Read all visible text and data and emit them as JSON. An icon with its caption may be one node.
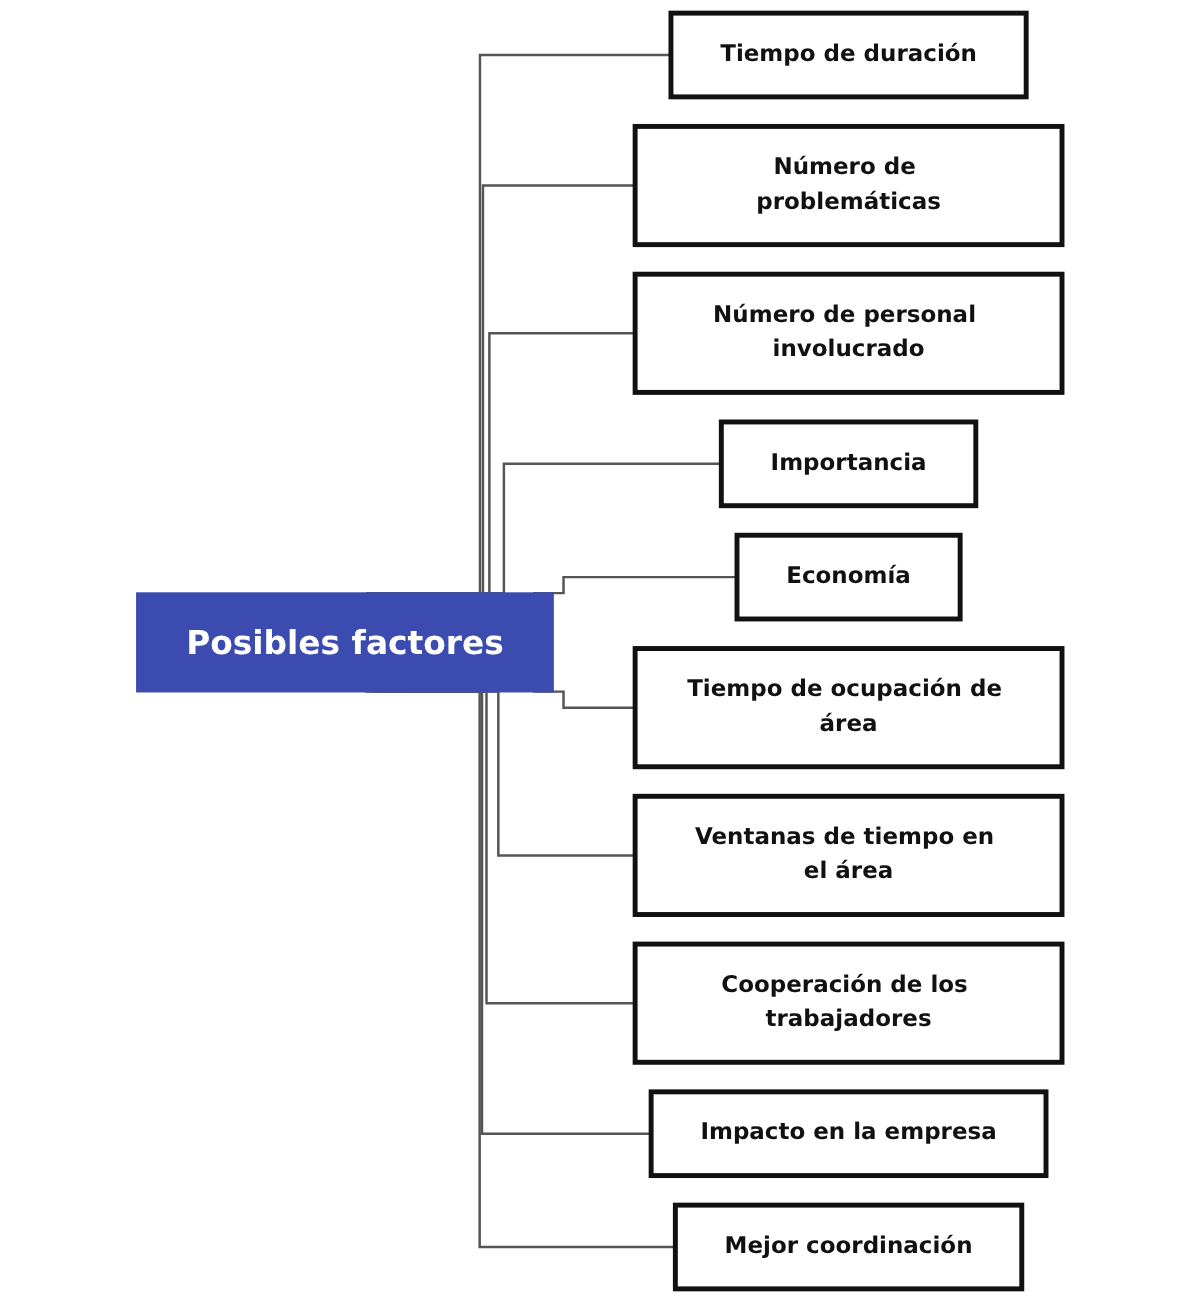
{
  "diagram": {
    "nodes": [
      {
        "text": [
          "Posibles factores"
        ]
      },
      {
        "text": [
          "Tiempo de duración"
        ]
      },
      {
        "text": [
          "Número de problemáticas"
        ]
      },
      {
        "text": [
          "Número de personal involucrado"
        ]
      },
      {
        "text": [
          "Importancia"
        ]
      },
      {
        "text": [
          "Economía"
        ]
      },
      {
        "text": [
          "Tiempo de ocupación de área"
        ]
      },
      {
        "text": [
          "Ventanas de tiempo en el área"
        ]
      },
      {
        "text": [
          "Cooperación de los trabajadores"
        ]
      },
      {
        "text": [
          "Impacto en la empresa"
        ]
      },
      {
        "text": [
          "Mejor coordinación"
        ]
      }
    ],
    "edges": [
      {
        "from": 0,
        "to": 1,
        "arrow": "none"
      },
      {
        "from": 0,
        "to": 2,
        "arrow": "none"
      },
      {
        "from": 0,
        "to": 3,
        "arrow": "none"
      },
      {
        "from": 0,
        "to": 4,
        "arrow": "none"
      },
      {
        "from": 0,
        "to": 5,
        "arrow": "none"
      },
      {
        "from": 0,
        "to": 6,
        "arrow": "none"
      },
      {
        "from": 0,
        "to": 7,
        "arrow": "none"
      },
      {
        "from": 0,
        "to": 8,
        "arrow": "none"
      },
      {
        "from": 0,
        "to": 9,
        "arrow": "none"
      },
      {
        "from": 0,
        "to": 10,
        "arrow": "none"
      }
    ]
  }
}
